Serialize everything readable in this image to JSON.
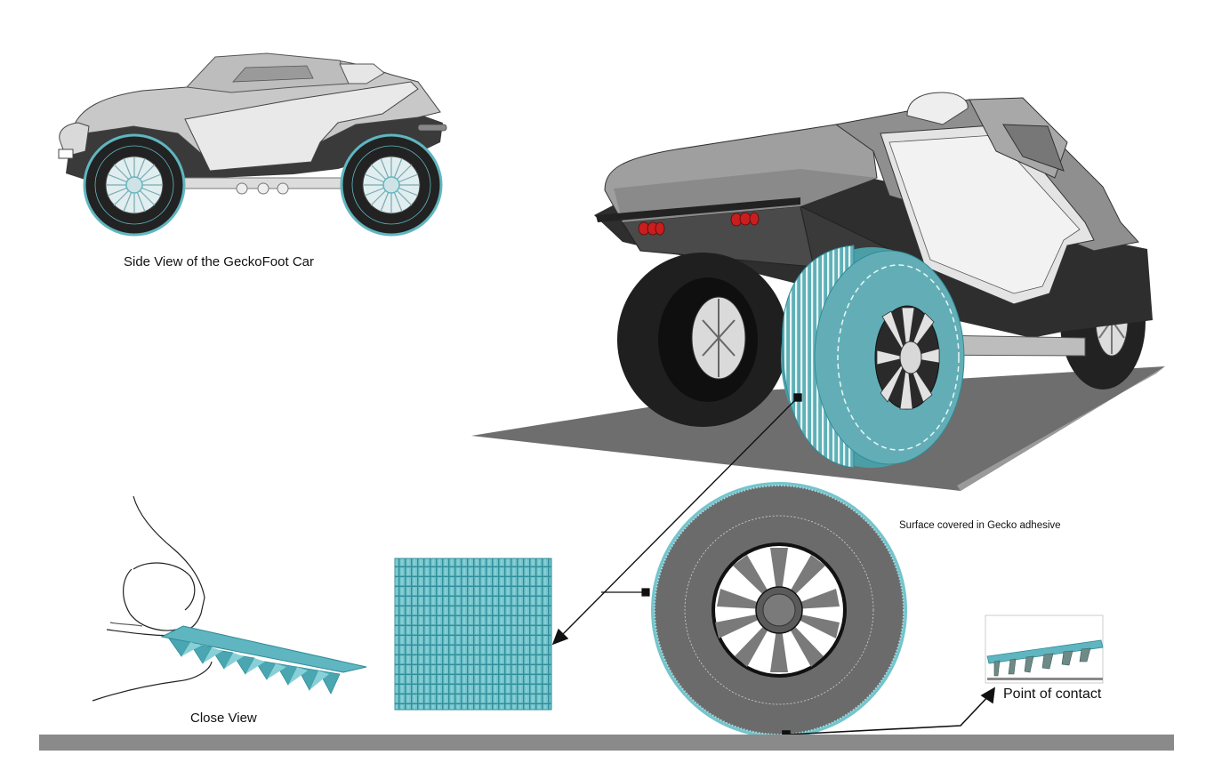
{
  "labels": {
    "side_view": "Side View of the GeckoFoot Car",
    "close_view": "Close View",
    "surface": "Surface covered in Gecko adhesive",
    "contact": "Point of contact"
  },
  "colors": {
    "gecko_teal": "#5fb6c0",
    "gecko_teal_dark": "#2e8c98",
    "body_light": "#e6e6e6",
    "body_mid": "#a9a9a9",
    "body_dark": "#3a3a3a",
    "tire": "#222222",
    "ground": "#8a8a8a",
    "shadow": "#6e6e6e",
    "tail_light": "#c81e1e"
  },
  "icons": [
    "finger-icon",
    "adhesive-strip-icon",
    "adhesive-pattern-icon",
    "wheel-icon",
    "car-side-icon",
    "car-rear-icon"
  ]
}
